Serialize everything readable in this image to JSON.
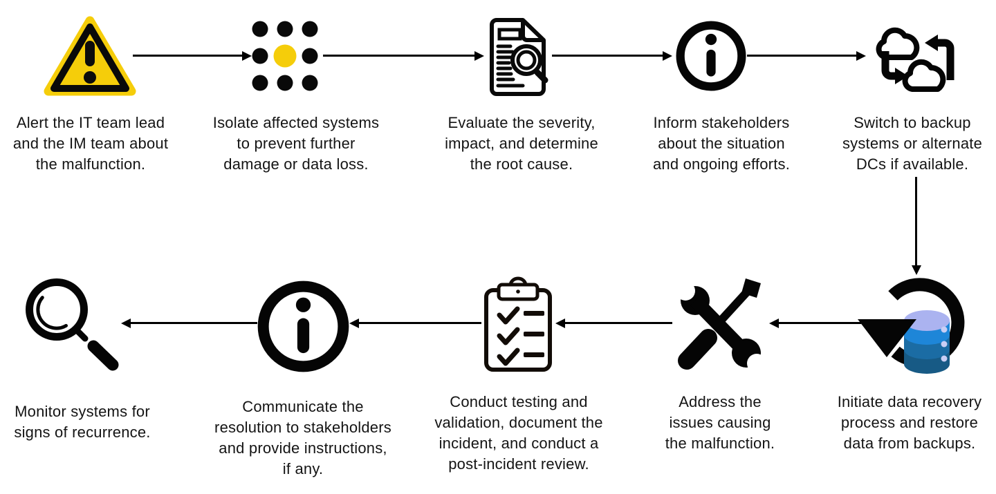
{
  "colors": {
    "accent_yellow": "#F5CD0A",
    "ink": "#000000",
    "db_top": "#ABB3F0",
    "db_band1": "#1E86D8",
    "db_band2": "#1B6CA4",
    "db_band3": "#175A85",
    "db_dot": "#C9CEF5"
  },
  "steps": [
    {
      "id": 1,
      "icon": "warning-triangle-icon",
      "lines": [
        "Alert the IT team lead",
        "and the IM team about",
        "the malfunction."
      ]
    },
    {
      "id": 2,
      "icon": "isolate-dots-icon",
      "lines": [
        "Isolate affected systems",
        "to prevent further",
        "damage or data loss."
      ]
    },
    {
      "id": 3,
      "icon": "document-search-icon",
      "lines": [
        "Evaluate the severity,",
        "impact, and determine",
        "the root cause."
      ]
    },
    {
      "id": 4,
      "icon": "info-icon",
      "lines": [
        "Inform stakeholders",
        "about the situation",
        "and ongoing efforts."
      ]
    },
    {
      "id": 5,
      "icon": "cloud-sync-icon",
      "lines": [
        "Switch to backup",
        "systems or alternate",
        "DCs if available."
      ]
    },
    {
      "id": 6,
      "icon": "data-recovery-icon",
      "lines": [
        "Initiate data recovery",
        "process and restore",
        "data from backups."
      ]
    },
    {
      "id": 7,
      "icon": "tools-icon",
      "lines": [
        "Address the",
        "issues causing",
        "the malfunction."
      ]
    },
    {
      "id": 8,
      "icon": "checklist-clipboard-icon",
      "lines": [
        "Conduct testing and",
        "validation, document the",
        "incident, and conduct a",
        "post-incident review."
      ]
    },
    {
      "id": 9,
      "icon": "info-icon",
      "lines": [
        "Communicate the",
        "resolution to stakeholders",
        "and provide instructions,",
        "if any."
      ]
    },
    {
      "id": 10,
      "icon": "monitor-magnifier-icon",
      "lines": [
        "Monitor systems for",
        "signs of recurrence."
      ]
    }
  ]
}
